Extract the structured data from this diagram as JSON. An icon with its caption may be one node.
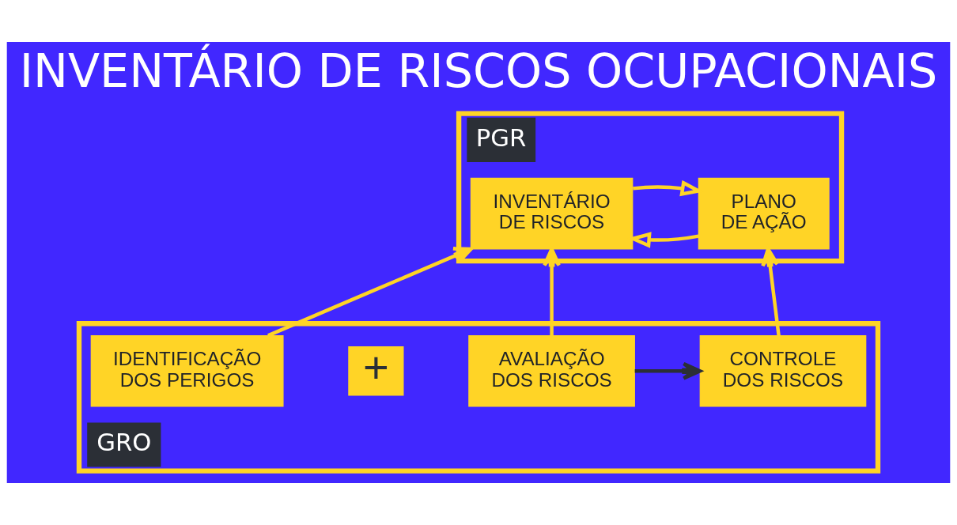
{
  "diagram": {
    "title": "INVENTÁRIO DE RISCOS OCUPACIONAIS",
    "nodes": [
      {
        "text": [
          "PGR"
        ]
      },
      {
        "text": [
          "INVENTÁRIO DE RISCOS"
        ],
        "in": 0
      },
      {
        "text": [
          "PLANO DE AÇÃO"
        ],
        "in": 0
      },
      {
        "text": [
          "GRO"
        ]
      },
      {
        "text": [
          "IDENTIFICAÇÃO DOS PERIGOS"
        ],
        "in": 3
      },
      {
        "text": [
          "AVALIAÇÃO DOS RISCOS"
        ],
        "in": 3
      },
      {
        "text": [
          "CONTROLE DOS RISCOS"
        ],
        "in": 3
      }
    ],
    "edges": [
      {
        "from": 1,
        "to": 2,
        "arrow": "to"
      },
      {
        "from": 2,
        "to": 1,
        "arrow": "to"
      },
      {
        "from": 4,
        "to": 1,
        "arrow": "to"
      },
      {
        "from": 5,
        "to": 1,
        "arrow": "to"
      },
      {
        "from": 6,
        "to": 2,
        "arrow": "to"
      },
      {
        "from": 5,
        "to": 6,
        "arrow": "to",
        "color": "#2b2f36"
      }
    ],
    "labels": [
      "+"
    ]
  }
}
